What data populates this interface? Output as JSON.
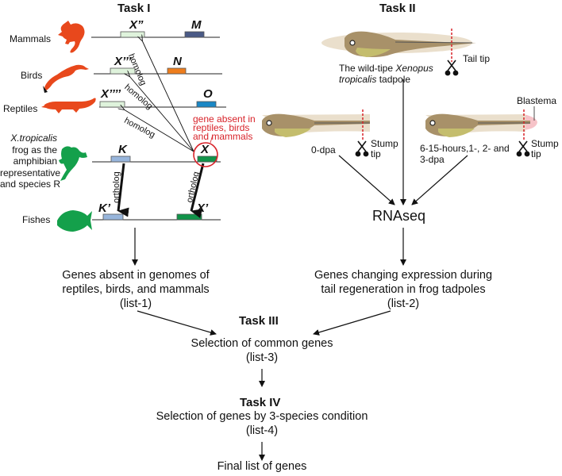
{
  "tasks": {
    "task1": "Task I",
    "task2": "Task II",
    "task3": "Task III",
    "task4": "Task IV"
  },
  "species": {
    "mammals": "Mammals",
    "birds": "Birds",
    "reptiles": "Reptiles",
    "frog_line1": "X.tropicalis",
    "frog_line2": "frog as the",
    "frog_line3": "amphibian",
    "frog_line4": "representative",
    "frog_line5": "and species R",
    "fishes": "Fishes"
  },
  "genes": {
    "x2": "X”",
    "m": "M",
    "x3": "X’’’",
    "n": "N",
    "x4": "X’’’’",
    "o": "O",
    "k": "K",
    "x": "X",
    "k_prime": "K’",
    "x_prime": "X’"
  },
  "relations": {
    "homolog": "homolog",
    "ortholog": "ortholog"
  },
  "annotation": {
    "line1": "gene absent in",
    "line2": "reptiles, birds",
    "line3": "and mammals"
  },
  "colors": {
    "x_homolog_box": "#dff3dc",
    "m_box": "#4a5a86",
    "n_box": "#ee7d1c",
    "o_box": "#1a87c5",
    "k_box": "#98b6dc",
    "x_box": "#11944a",
    "animal_amniote": "#e8481c",
    "animal_frog_fish": "#14a04b",
    "red_annotation": "#d8232a",
    "tadpole_body": "#a89169",
    "tadpole_belly": "#c4bd6d",
    "tadpole_fin": "#eadfcc",
    "blastema": "#f6c3c8"
  },
  "task2": {
    "tadpole_caption_line1_plain": "The wild-tipe ",
    "tadpole_caption_line1_italic": "Xenopus",
    "tadpole_caption_line2_italic": "tropicalis",
    "tadpole_caption_line2_plain": " tadpole",
    "tail_tip": "Tail tip",
    "stump": "Stump",
    "tip": "tip",
    "zero_dpa": "0-dpa",
    "timepoints_line1": "6-15-hours,1-, 2- and",
    "timepoints_line2": "3-dpa",
    "blastema": "Blastema",
    "rnaseq": "RNAseq"
  },
  "lists": {
    "list1_line1": "Genes absent in genomes of",
    "list1_line2": "reptiles, birds, and mammals",
    "list1_line3": "(list-1)",
    "list2_line1": "Genes changing expression during",
    "list2_line2": "tail regeneration in frog tadpoles",
    "list2_line3": "(list-2)",
    "list3_line1": "Selection of common genes",
    "list3_line2": "(list-3)",
    "list4_line1": "Selection of genes by 3-species condition",
    "list4_line2": "(list-4)",
    "final": "Final list of genes"
  }
}
